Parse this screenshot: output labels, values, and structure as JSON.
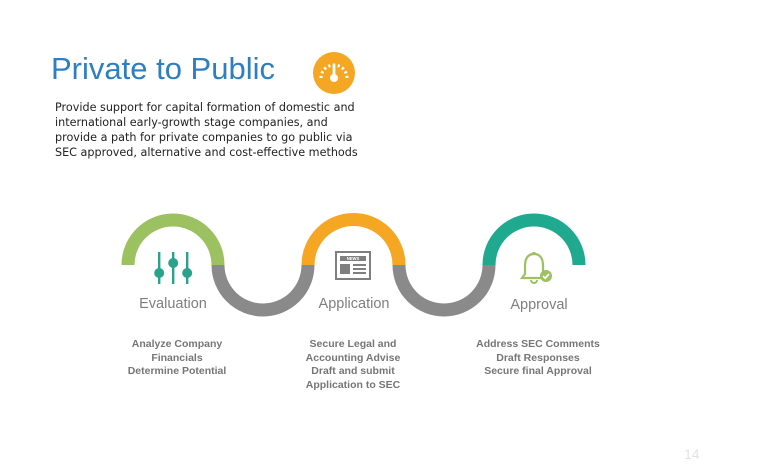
{
  "slide": {
    "title": "Private to Public",
    "intro": "Provide support for capital formation of domestic and international early-growth stage companies, and provide a path for private companies to go public via SEC approved, alternative and cost-effective methods",
    "page_number": "14"
  },
  "steps": [
    {
      "label": "Evaluation",
      "icon": "sliders-icon",
      "color": "#9bc160",
      "icon_color": "#2ba38a",
      "lines": [
        "Analyze Company",
        "Financials",
        "Determine Potential"
      ]
    },
    {
      "label": "Application",
      "icon": "newspaper-icon",
      "color": "#f5a623",
      "icon_color": "#7f7f7f",
      "news_text": "NEWS",
      "lines": [
        "Secure Legal and",
        "Accounting Advise",
        "Draft and submit",
        "Application to SEC"
      ]
    },
    {
      "label": "Approval",
      "icon": "bell-check-icon",
      "color": "#1fa98e",
      "icon_color": "#9bc160",
      "lines": [
        "Address SEC Comments",
        "Draft Responses",
        "Secure final Approval"
      ]
    }
  ],
  "colors": {
    "title": "#2e7fc1",
    "connector": "#8a8a8a",
    "gauge": "#f5a623"
  }
}
